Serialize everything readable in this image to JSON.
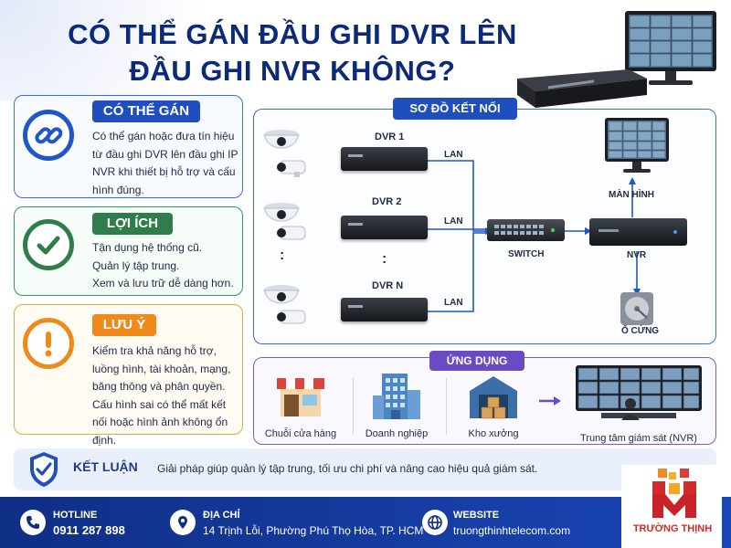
{
  "title": {
    "line1": "CÓ THỂ GÁN ĐẦU GHI DVR LÊN",
    "line2": "ĐẦU GHI NVR KHÔNG?"
  },
  "cards": {
    "can_assign": {
      "heading": "CÓ THỂ GÁN",
      "text": "Có thể gán hoặc đưa tín hiệu từ đầu ghi DVR lên đầu ghi IP NVR khi thiết bị hỗ trợ và cấu hình đúng."
    },
    "benefits": {
      "heading": "LỢI ÍCH",
      "lines": [
        "Tận dụng hệ thống cũ.",
        "Quản lý tập trung.",
        "Xem và lưu trữ dễ dàng hơn."
      ]
    },
    "note": {
      "heading": "LƯU Ý",
      "text": "Kiểm tra khả năng hỗ trợ, luồng hình, tài khoản, mạng, băng thông và phân quyền. Cấu hình sai có thể mất kết nối hoặc hình ảnh không ổn định."
    }
  },
  "diagram": {
    "title": "SƠ ĐỒ KẾT NỐI",
    "dvr_labels": [
      "DVR 1",
      "DVR 2",
      "DVR N"
    ],
    "lan": "LAN",
    "dots": ":",
    "switch": "SWITCH",
    "nvr": "NVR",
    "monitor": "MÀN HÌNH",
    "hdd": "Ổ CỨNG"
  },
  "applications": {
    "title": "ỨNG DỤNG",
    "items": [
      "Chuỗi cửa hàng",
      "Doanh nghiệp",
      "Kho xưởng",
      "Trung tâm giám sát (NVR)"
    ]
  },
  "conclusion": {
    "heading": "KẾT LUẬN",
    "text": "Giải pháp giúp quản lý tập trung, tối ưu chi phí và nâng cao hiệu quả giám sát."
  },
  "footer": {
    "hotline_label": "HOTLINE",
    "hotline": "0911 287 898",
    "address_label": "ĐỊA CHỈ",
    "address": "14 Trịnh Lỗi, Phường Phú Thọ Hòa, TP. HCM",
    "website_label": "WEBSITE",
    "website": "truongthinhtelecom.com",
    "brand": "TRƯỜNG THỊNH"
  },
  "colors": {
    "primary": "#1f4fbf",
    "green": "#2f7d4a",
    "orange": "#ef8a1a",
    "purple": "#6b4bc4",
    "footer": "#0f2f84",
    "brand_red": "#d32a2a"
  }
}
